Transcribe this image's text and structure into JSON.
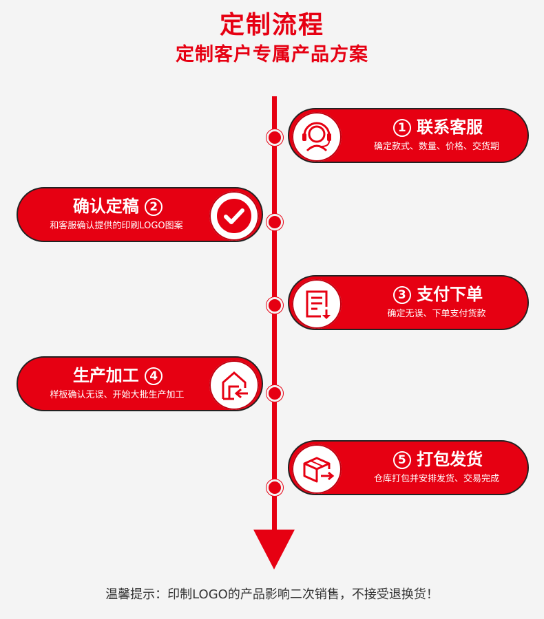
{
  "header": {
    "title": "定制流程",
    "subtitle": "定制客户专属产品方案"
  },
  "steps": [
    {
      "number": "1",
      "title": "联系客服",
      "description": "确定款式、数量、价格、交货期",
      "icon": "headset-icon"
    },
    {
      "number": "2",
      "title": "确认定稿",
      "description": "和客服确认提供的印刷LOGO图案",
      "icon": "checkmark-icon"
    },
    {
      "number": "3",
      "title": "支付下单",
      "description": "确定无误、下单支付货款",
      "icon": "document-download-icon"
    },
    {
      "number": "4",
      "title": "生产加工",
      "description": "样板确认无误、开始大批生产加工",
      "icon": "factory-icon"
    },
    {
      "number": "5",
      "title": "打包发货",
      "description": "仓库打包并安排发货、交易完成",
      "icon": "package-box-icon"
    }
  ],
  "footer": {
    "note": "温馨提示：印制LOGO的产品影响二次销售，不接受退换货！"
  },
  "colors": {
    "accent": "#e60012",
    "background": "#f4f4f4"
  }
}
